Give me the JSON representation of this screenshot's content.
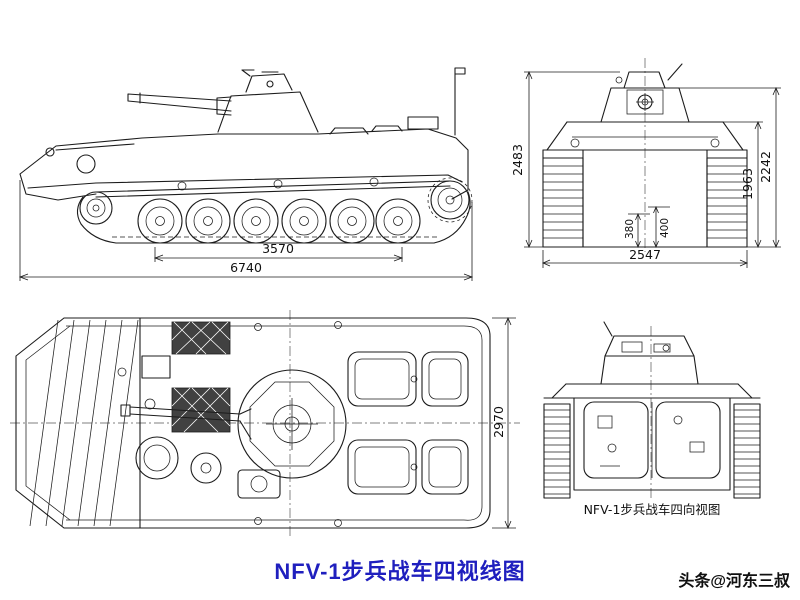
{
  "title": {
    "text": "NFV-1步兵战车四视线图",
    "color": "#1f1fbe"
  },
  "watermark": {
    "text": "头条@河东三叔"
  },
  "ink_color": "#1c1c1c",
  "views": {
    "side": {
      "dim_wheelbase": "3570",
      "dim_overall_length": "6740"
    },
    "front": {
      "dim_overall_height": "2483",
      "dim_height_outer": "2242",
      "dim_hull_height": "1963",
      "dim_clearance_inner": "380",
      "dim_clearance_outer": "400",
      "dim_track_width": "2547"
    },
    "top": {
      "dim_hull_width": "2970"
    },
    "rear": {
      "caption": "NFV-1步兵战车四向视图"
    }
  }
}
